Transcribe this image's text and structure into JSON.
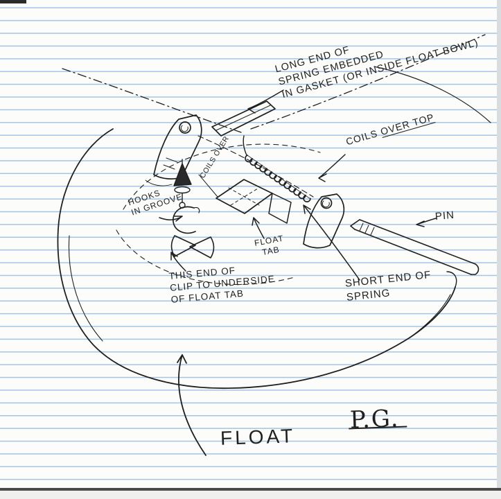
{
  "page": {
    "title": "Hand-drawn carburetor float clip sketch",
    "initials": "P.G."
  },
  "colors": {
    "paper": "#fcfcfa",
    "rule_line": "#a3c4e6",
    "ink": "#1f1f1f"
  },
  "labels": {
    "long_end": {
      "lines": [
        "LONG END OF",
        "SPRING EMBEDDED",
        "IN GASKET (OR INSIDE FLOAT BOWL)"
      ]
    },
    "coils_over_small": "COILS OVER",
    "coils_over_top": {
      "prefix": "COILS ",
      "underlined": "OVER TOP"
    },
    "hooks": {
      "lines": [
        "HOOKS",
        "IN GROOVE"
      ]
    },
    "float_tab": {
      "lines": [
        "FLOAT",
        "TAB"
      ]
    },
    "this_end": {
      "lines": [
        "THIS END OF",
        "CLIP TO UNDERSIDE",
        "OF FLOAT TAB"
      ]
    },
    "short_end": {
      "lines": [
        "SHORT END OF",
        "SPRING"
      ]
    },
    "pin": "PIN",
    "float": "FLOAT",
    "initials": "P.G."
  }
}
